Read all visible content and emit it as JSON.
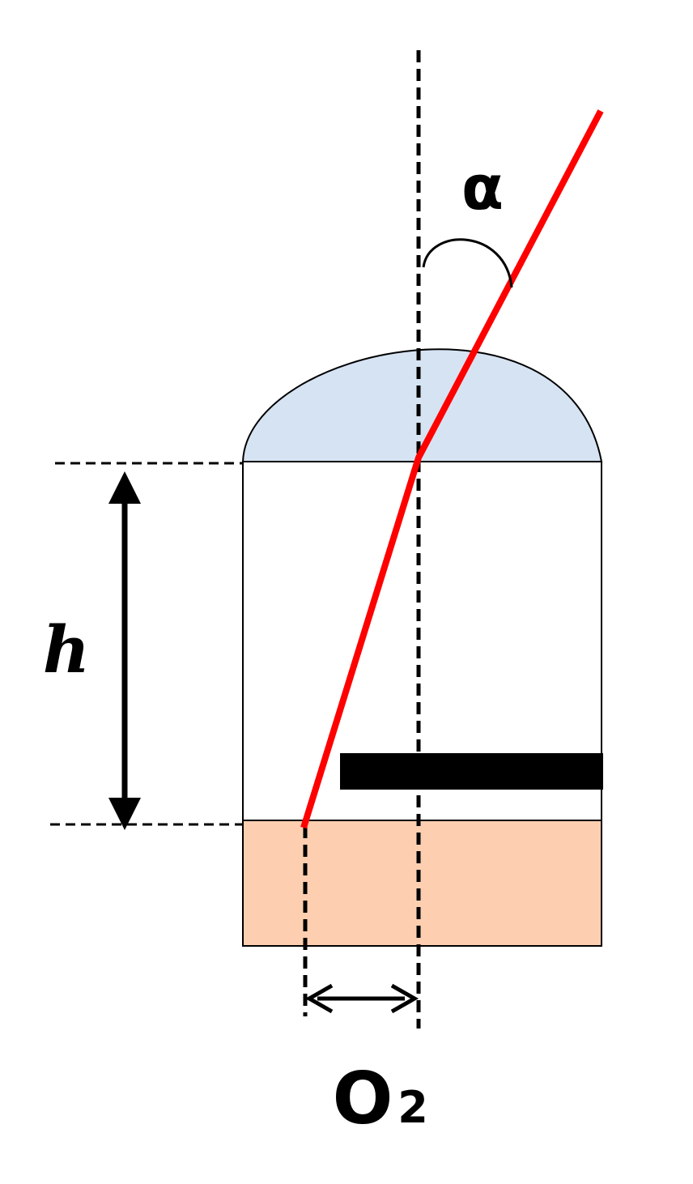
{
  "labels": {
    "angle": "α",
    "height": "h",
    "offset_main": "O",
    "offset_sub": "2"
  },
  "colors": {
    "background": "#ffffff",
    "lens_fill": "#d6e3f3",
    "base_fill": "#fdcfb0",
    "ray": "#ff0000",
    "outline": "#000000"
  }
}
